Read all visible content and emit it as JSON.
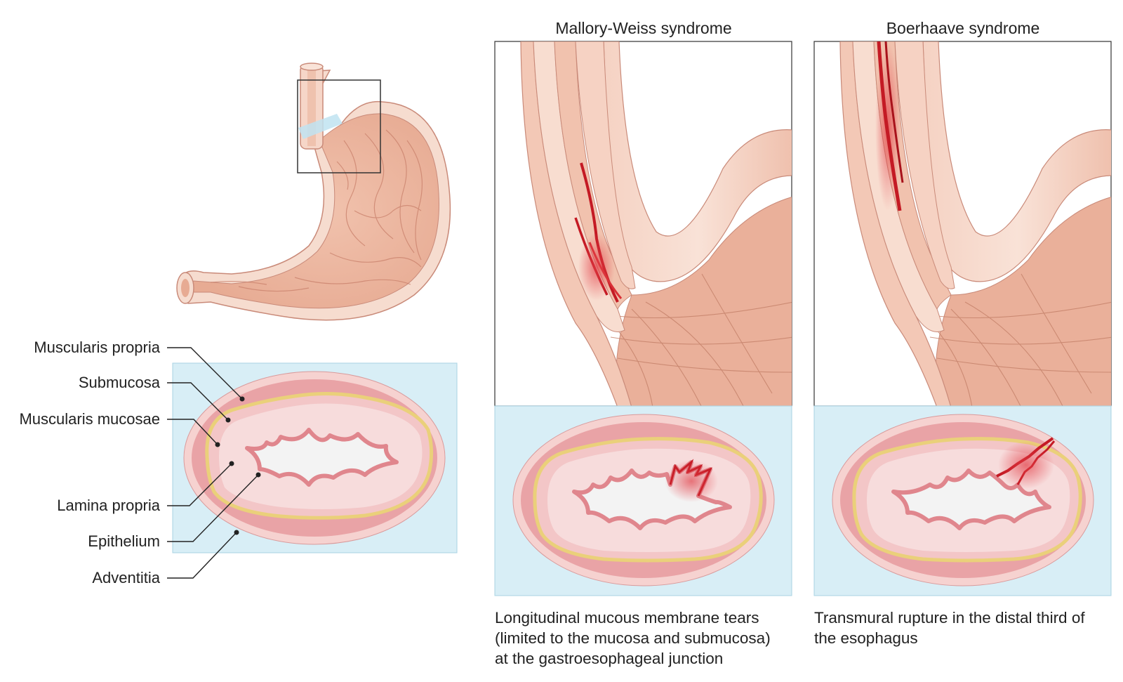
{
  "panels": {
    "mallory": {
      "title": "Mallory-Weiss syndrome",
      "caption": [
        "Longitudinal mucous membrane tears",
        "(limited to the mucosa and submucosa)",
        "at the gastroesophageal junction"
      ]
    },
    "boerhaave": {
      "title": "Boerhaave syndrome",
      "caption": [
        "Transmural rupture in the distal third of",
        "the esophagus"
      ]
    }
  },
  "layers": {
    "labels": [
      "Muscularis propria",
      "Submucosa",
      "Muscularis mucosae",
      "Lamina propria",
      "Epithelium",
      "Adventitia"
    ]
  },
  "colors": {
    "adventitia": "#f6d2d0",
    "muscularis_propria": "#e9a3a6",
    "submucosa": "#f3c6c7",
    "muscularis_mucosae": "#efe39b",
    "lamina_propria": "#f7dcdc",
    "epithelium": "#e0868d",
    "lumen": "#f3f3f3",
    "background_box": "#d8eef6",
    "stomach": "#f3c7b4",
    "tear": "#c41a24"
  }
}
